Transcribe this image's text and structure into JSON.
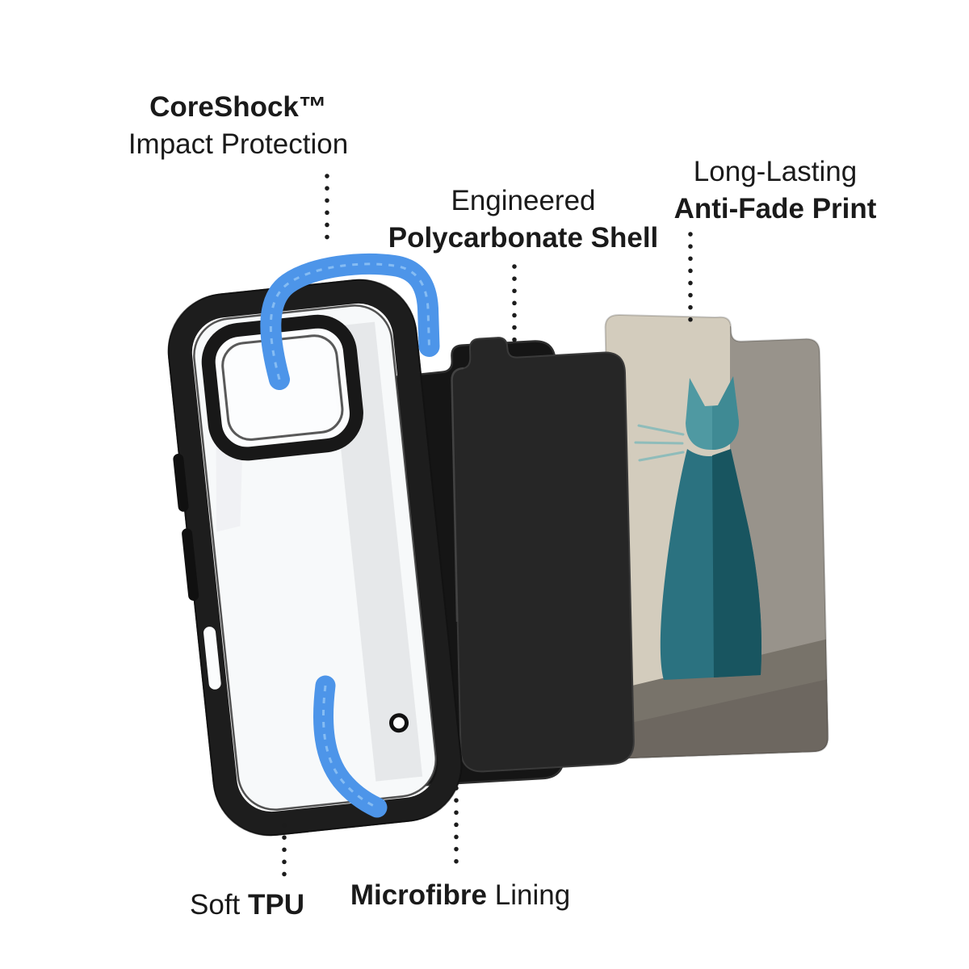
{
  "labels": {
    "coreshock": {
      "line1_bold": "CoreShock™",
      "line2": "Impact Protection"
    },
    "polycarbonate": {
      "line1": "Engineered",
      "line2_bold": "Polycarbonate Shell"
    },
    "anti_fade": {
      "line1": "Long-Lasting",
      "line2_bold": "Anti-Fade Print"
    },
    "soft_tpu": {
      "regular": "Soft ",
      "bold": "TPU"
    },
    "microfibre": {
      "bold": "Microfibre",
      "regular": " Lining"
    }
  },
  "colors": {
    "text": "#1a1a1a",
    "coreshock_blue": "#4d95e9",
    "case_black": "#1d1d1d",
    "shell_gray": "#262626",
    "lining_black": "#151515",
    "print_beige": "#d3ccbd",
    "print_wall_gray": "#98938b",
    "print_floor_gray": "#78736a",
    "cat_body_teal": "#2b7280",
    "cat_head_teal": "#4f99a2"
  }
}
